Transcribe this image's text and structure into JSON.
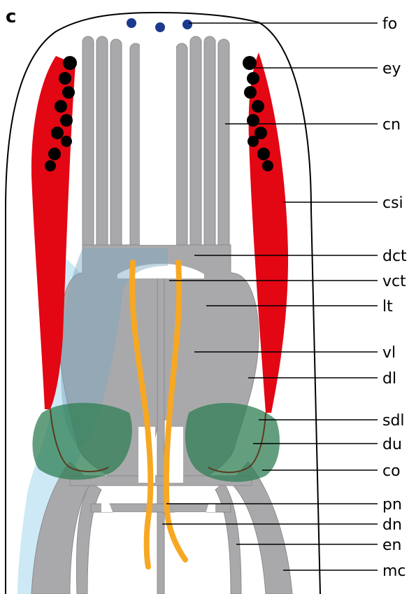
{
  "panel_label": "c",
  "labels": {
    "fo": "fo",
    "ey": "ey",
    "cn": "cn",
    "csi": "csi",
    "dct": "dct",
    "vct": "vct",
    "lt": "lt",
    "vl": "vl",
    "dl": "dl",
    "sdl": "sdl",
    "du": "du",
    "co": "co",
    "pn": "pn",
    "dn": "dn",
    "en": "en",
    "mc": "mc"
  },
  "colors": {
    "outline": "#000000",
    "nerve_grey": "#a9a9ab",
    "nerve_stroke": "#8c8c8e",
    "muscle_red": "#e30613",
    "blue_overlay": "#7aa6c2",
    "light_blue": "#bfe3f2",
    "green": "#2f7f54",
    "yellow": "#f7a823",
    "dot_blue": "#1b3a8f",
    "eye_black": "#000000"
  },
  "icons": {
    "front_organ": "blue-dot",
    "eye": "black-dot"
  }
}
